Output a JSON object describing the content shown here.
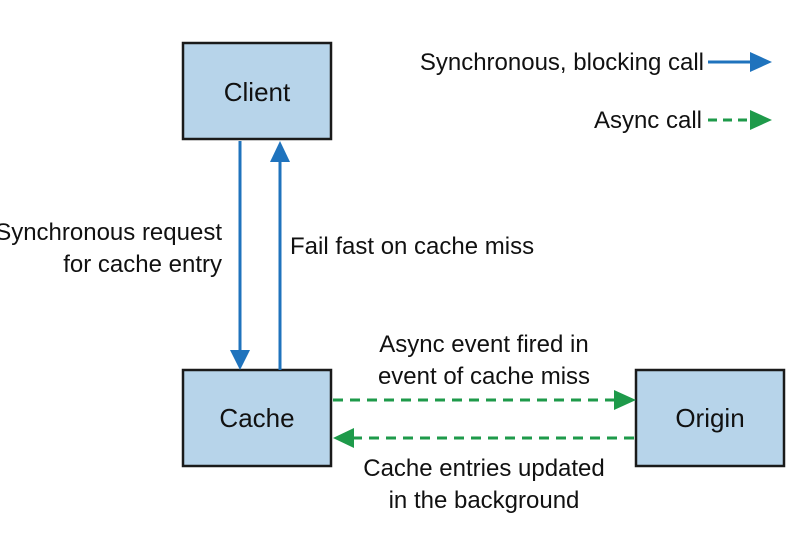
{
  "nodes": {
    "client": {
      "label": "Client"
    },
    "cache": {
      "label": "Cache"
    },
    "origin": {
      "label": "Origin"
    }
  },
  "edges": {
    "request": {
      "label_lines": [
        "Synchronous request",
        "for cache entry"
      ]
    },
    "fail_fast": {
      "label": "Fail fast on cache miss"
    },
    "async_event": {
      "label_lines": [
        "Async event fired in",
        "event of cache miss"
      ]
    },
    "update": {
      "label_lines": [
        "Cache entries updated",
        "in the background"
      ]
    }
  },
  "legend": {
    "sync": {
      "label": "Synchronous, blocking call"
    },
    "async": {
      "label": "Async call"
    }
  },
  "colors": {
    "box_fill": "#b7d4ea",
    "sync_arrow": "#1f73bd",
    "async_arrow": "#1e9a4a"
  }
}
